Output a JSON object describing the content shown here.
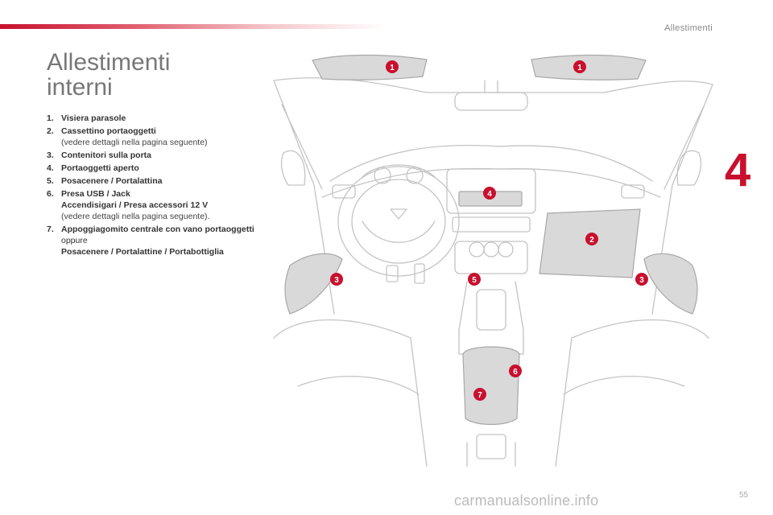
{
  "header": {
    "section_title": "Allestimenti",
    "chapter_number": "4",
    "page_number": "55"
  },
  "page": {
    "title_line1": "Allestimenti",
    "title_line2": "interni"
  },
  "legend": [
    {
      "num": "1.",
      "title": "Visiera parasole"
    },
    {
      "num": "2.",
      "title": "Cassettino portaoggetti",
      "note": "(vedere dettagli nella pagina seguente)"
    },
    {
      "num": "3.",
      "title": "Contenitori sulla porta"
    },
    {
      "num": "4.",
      "title": "Portaoggetti aperto"
    },
    {
      "num": "5.",
      "title": "Posacenere / Portalattina"
    },
    {
      "num": "6.",
      "title": "Presa USB / Jack",
      "title2": "Accendisigari / Presa accessori 12 V",
      "note": "(vedere dettagli nella pagina seguente)."
    },
    {
      "num": "7.",
      "title": "Appoggiagomito centrale con vano portaoggetti",
      "or": "oppure",
      "title2": "Posacenere / Portalattine / Portabottiglia"
    }
  ],
  "callouts": [
    "1",
    "1",
    "2",
    "3",
    "3",
    "4",
    "5",
    "6",
    "7"
  ],
  "watermark": "carmanualsonline.info",
  "colors": {
    "accent": "#c8102e",
    "zone_fill": "#d9d9d9",
    "line": "#c4c4c4"
  }
}
